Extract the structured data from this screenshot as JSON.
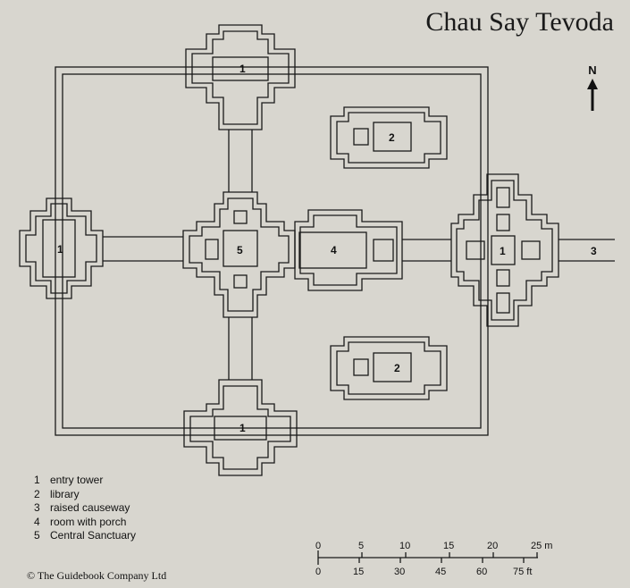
{
  "title": "Chau Say Tevoda",
  "north_label": "N",
  "labels": {
    "entry_tower": "1",
    "library": "2",
    "raised_causeway": "3",
    "room_with_porch": "4",
    "central_sanctuary": "5"
  },
  "legend": [
    {
      "num": "1",
      "text": "entry tower"
    },
    {
      "num": "2",
      "text": "library"
    },
    {
      "num": "3",
      "text": "raised causeway"
    },
    {
      "num": "4",
      "text": "room with porch"
    },
    {
      "num": "5",
      "text": "Central Sanctuary"
    }
  ],
  "scale": {
    "meters": [
      "0",
      "5",
      "10",
      "15",
      "20",
      "25 m"
    ],
    "feet": [
      "0",
      "15",
      "30",
      "45",
      "60",
      "75 ft"
    ]
  },
  "copyright": "© The Guidebook Company Ltd",
  "colors": {
    "background": "#d8d6cf",
    "ink": "#1a1a1a"
  }
}
